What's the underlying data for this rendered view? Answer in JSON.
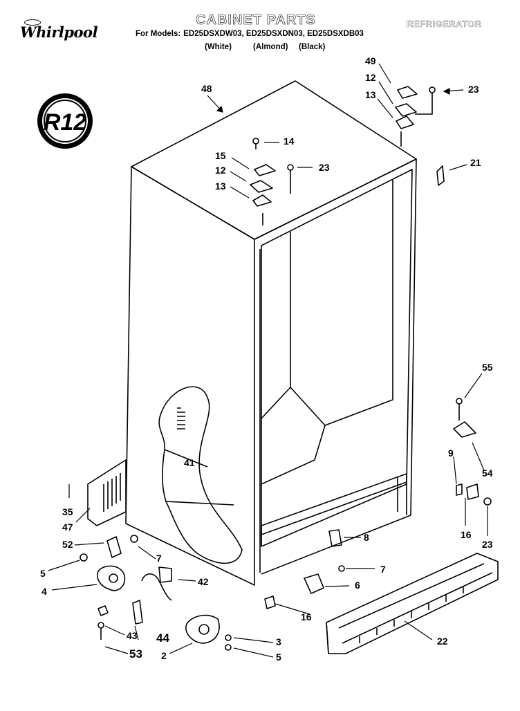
{
  "header": {
    "title": "CABINET PARTS",
    "category": "REFRIGERATOR",
    "brand": "Whirlpool",
    "models_label": "For Models:",
    "models": "ED25DSXDW03, ED25DSXDN03, ED25DSXDB03",
    "colors": [
      "(White)",
      "(Almond)",
      "(Black)"
    ]
  },
  "badge": {
    "text": "R12"
  },
  "callouts": [
    {
      "id": "c48",
      "label": "48"
    },
    {
      "id": "c49",
      "label": "49"
    },
    {
      "id": "c12a",
      "label": "12"
    },
    {
      "id": "c13a",
      "label": "13"
    },
    {
      "id": "c23a",
      "label": "23"
    },
    {
      "id": "c14",
      "label": "14"
    },
    {
      "id": "c15",
      "label": "15"
    },
    {
      "id": "c12b",
      "label": "12"
    },
    {
      "id": "c13b",
      "label": "13"
    },
    {
      "id": "c23b",
      "label": "23"
    },
    {
      "id": "c21",
      "label": "21"
    },
    {
      "id": "c55",
      "label": "55"
    },
    {
      "id": "c9",
      "label": "9"
    },
    {
      "id": "c54",
      "label": "54"
    },
    {
      "id": "c41",
      "label": "41"
    },
    {
      "id": "c35",
      "label": "35"
    },
    {
      "id": "c47",
      "label": "47"
    },
    {
      "id": "c52",
      "label": "52"
    },
    {
      "id": "c7a",
      "label": "7"
    },
    {
      "id": "c5a",
      "label": "5"
    },
    {
      "id": "c4",
      "label": "4"
    },
    {
      "id": "c42",
      "label": "42"
    },
    {
      "id": "c8",
      "label": "8"
    },
    {
      "id": "c16a",
      "label": "16"
    },
    {
      "id": "c23c",
      "label": "23"
    },
    {
      "id": "c7b",
      "label": "7"
    },
    {
      "id": "c6",
      "label": "6"
    },
    {
      "id": "c16b",
      "label": "16"
    },
    {
      "id": "c22",
      "label": "22"
    },
    {
      "id": "c43",
      "label": "43"
    },
    {
      "id": "c44",
      "label": "44"
    },
    {
      "id": "c53",
      "label": "53"
    },
    {
      "id": "c3",
      "label": "3"
    },
    {
      "id": "c2",
      "label": "2"
    },
    {
      "id": "c5b",
      "label": "5"
    }
  ]
}
